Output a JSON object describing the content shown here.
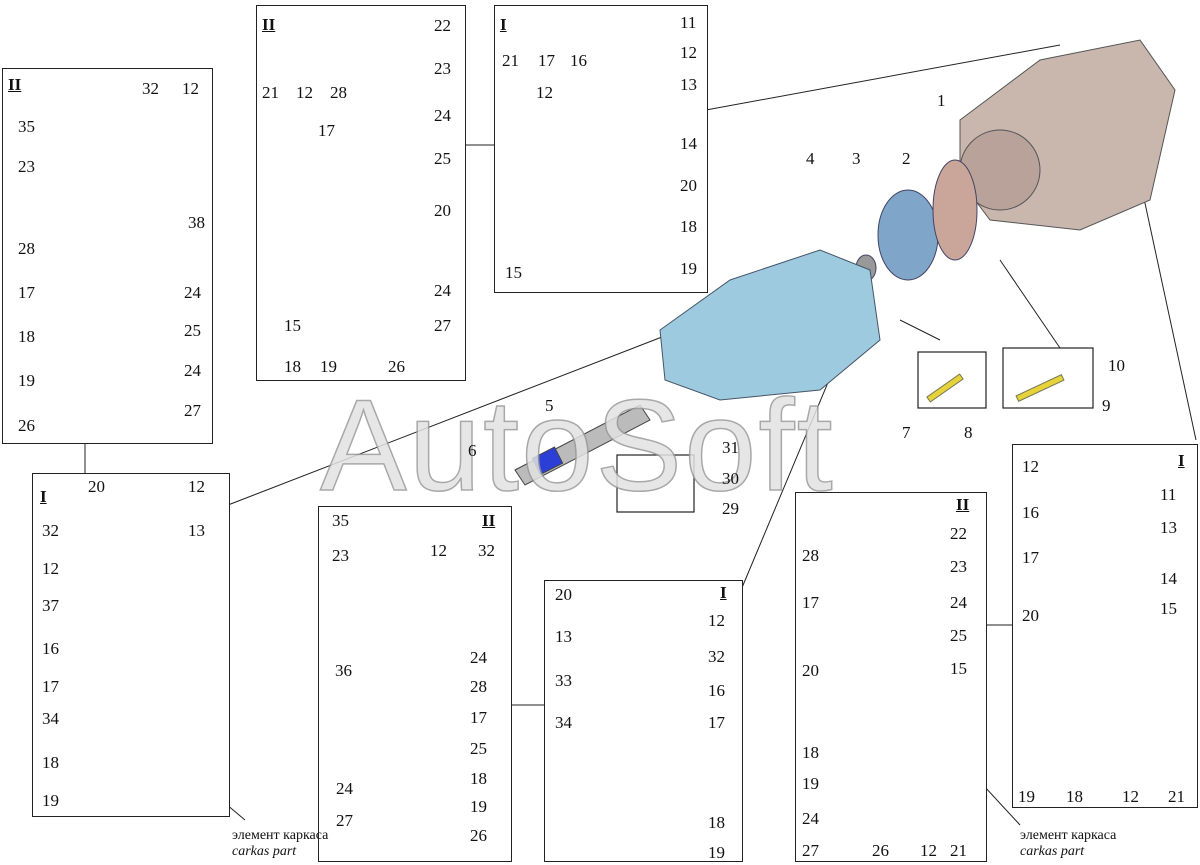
{
  "watermark": "AutoSoft",
  "main_labels": [
    "1",
    "4",
    "3",
    "2",
    "5",
    "6",
    "31",
    "30",
    "29",
    "7",
    "8",
    "10",
    "9"
  ],
  "panels": [
    {
      "title": "II",
      "labels": [
        "35",
        "32",
        "12",
        "23",
        "38",
        "28",
        "24",
        "17",
        "25",
        "18",
        "19",
        "24",
        "26",
        "27"
      ]
    },
    {
      "title": "II",
      "labels": [
        "22",
        "23",
        "21",
        "12",
        "28",
        "24",
        "17",
        "25",
        "20",
        "15",
        "24",
        "27",
        "18",
        "19",
        "26"
      ]
    },
    {
      "title": "I",
      "labels": [
        "11",
        "12",
        "13",
        "21",
        "17",
        "16",
        "12",
        "14",
        "20",
        "18",
        "15",
        "19"
      ]
    },
    {
      "title": "I",
      "labels": [
        "20",
        "12",
        "32",
        "13",
        "12",
        "37",
        "16",
        "17",
        "34",
        "18",
        "19"
      ]
    },
    {
      "title": "II",
      "labels": [
        "35",
        "23",
        "12",
        "32",
        "36",
        "24",
        "28",
        "17",
        "25",
        "18",
        "24",
        "19",
        "27",
        "26"
      ]
    },
    {
      "title": "I",
      "labels": [
        "20",
        "12",
        "13",
        "32",
        "33",
        "16",
        "34",
        "17",
        "18",
        "19"
      ]
    },
    {
      "title": "II",
      "labels": [
        "22",
        "23",
        "28",
        "24",
        "17",
        "25",
        "15",
        "20",
        "18",
        "19",
        "24",
        "27",
        "26",
        "12",
        "21"
      ]
    },
    {
      "title": "I",
      "labels": [
        "12",
        "11",
        "16",
        "13",
        "17",
        "14",
        "20",
        "15",
        "19",
        "18",
        "12",
        "21"
      ]
    }
  ],
  "captions": [
    {
      "ru": "элемент каркаса",
      "en": "carkas part"
    },
    {
      "ru": "элемент каркаса",
      "en": "carkas part"
    }
  ]
}
